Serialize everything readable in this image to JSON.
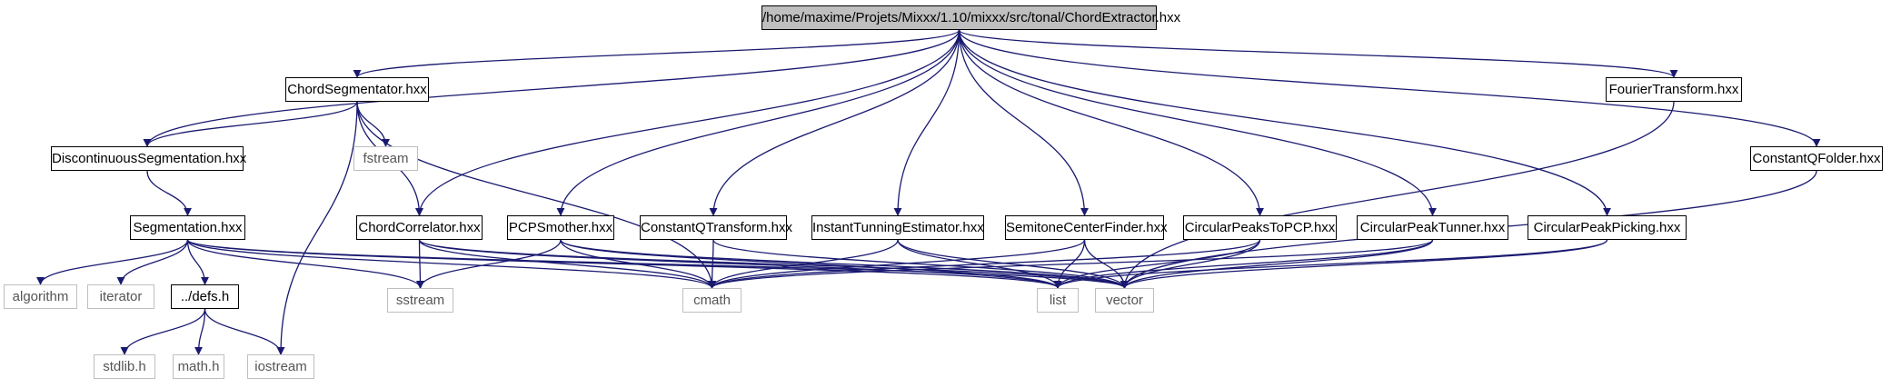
{
  "diagram": {
    "root": "/home/maxime/Projets/Mixxx/1.10/mixxx/src/tonal/ChordExtractor.hxx",
    "nodes": {
      "chord_segmentator": "ChordSegmentator.hxx",
      "fourier_transform": "FourierTransform.hxx",
      "discontinuous_segmentation": "DiscontinuousSegmentation.hxx",
      "fstream": "fstream",
      "constant_q_folder": "ConstantQFolder.hxx",
      "segmentation": "Segmentation.hxx",
      "chord_correlator": "ChordCorrelator.hxx",
      "pcp_smother": "PCPSmother.hxx",
      "constant_q_transform": "ConstantQTransform.hxx",
      "instant_tunning_estimator": "InstantTunningEstimator.hxx",
      "semitone_center_finder": "SemitoneCenterFinder.hxx",
      "circular_peaks_to_pcp": "CircularPeaksToPCP.hxx",
      "circular_peak_tunner": "CircularPeakTunner.hxx",
      "circular_peak_picking": "CircularPeakPicking.hxx",
      "algorithm": "algorithm",
      "iterator": "iterator",
      "defs": "../defs.h",
      "sstream": "sstream",
      "cmath": "cmath",
      "list": "list",
      "vector": "vector",
      "stdlib": "stdlib.h",
      "math": "math.h",
      "iostream": "iostream"
    },
    "edges": [
      [
        "root",
        "chord_segmentator"
      ],
      [
        "root",
        "fourier_transform"
      ],
      [
        "root",
        "discontinuous_segmentation"
      ],
      [
        "root",
        "constant_q_folder"
      ],
      [
        "root",
        "chord_correlator"
      ],
      [
        "root",
        "pcp_smother"
      ],
      [
        "root",
        "constant_q_transform"
      ],
      [
        "root",
        "instant_tunning_estimator"
      ],
      [
        "root",
        "semitone_center_finder"
      ],
      [
        "root",
        "circular_peaks_to_pcp"
      ],
      [
        "root",
        "circular_peak_tunner"
      ],
      [
        "root",
        "circular_peak_picking"
      ],
      [
        "chord_segmentator",
        "discontinuous_segmentation"
      ],
      [
        "chord_segmentator",
        "fstream"
      ],
      [
        "chord_segmentator",
        "chord_correlator"
      ],
      [
        "chord_segmentator",
        "iostream"
      ],
      [
        "chord_segmentator",
        "cmath"
      ],
      [
        "discontinuous_segmentation",
        "segmentation"
      ],
      [
        "segmentation",
        "algorithm"
      ],
      [
        "segmentation",
        "iterator"
      ],
      [
        "segmentation",
        "defs"
      ],
      [
        "segmentation",
        "sstream"
      ],
      [
        "segmentation",
        "cmath"
      ],
      [
        "segmentation",
        "list"
      ],
      [
        "segmentation",
        "vector"
      ],
      [
        "defs",
        "stdlib"
      ],
      [
        "defs",
        "math"
      ],
      [
        "defs",
        "iostream"
      ],
      [
        "chord_correlator",
        "sstream"
      ],
      [
        "chord_correlator",
        "cmath"
      ],
      [
        "chord_correlator",
        "list"
      ],
      [
        "chord_correlator",
        "vector"
      ],
      [
        "pcp_smother",
        "sstream"
      ],
      [
        "pcp_smother",
        "cmath"
      ],
      [
        "pcp_smother",
        "list"
      ],
      [
        "pcp_smother",
        "vector"
      ],
      [
        "constant_q_transform",
        "cmath"
      ],
      [
        "constant_q_transform",
        "vector"
      ],
      [
        "instant_tunning_estimator",
        "cmath"
      ],
      [
        "instant_tunning_estimator",
        "list"
      ],
      [
        "instant_tunning_estimator",
        "vector"
      ],
      [
        "semitone_center_finder",
        "cmath"
      ],
      [
        "semitone_center_finder",
        "list"
      ],
      [
        "semitone_center_finder",
        "vector"
      ],
      [
        "circular_peaks_to_pcp",
        "cmath"
      ],
      [
        "circular_peaks_to_pcp",
        "list"
      ],
      [
        "circular_peaks_to_pcp",
        "vector"
      ],
      [
        "circular_peak_tunner",
        "cmath"
      ],
      [
        "circular_peak_tunner",
        "list"
      ],
      [
        "circular_peak_tunner",
        "vector"
      ],
      [
        "circular_peak_picking",
        "list"
      ],
      [
        "circular_peak_picking",
        "vector"
      ],
      [
        "fourier_transform",
        "vector"
      ],
      [
        "constant_q_folder",
        "vector"
      ]
    ],
    "edge_color": "#191970",
    "external_border_color": "#bfbfbf",
    "root_fill_color": "#bfbfbf"
  }
}
